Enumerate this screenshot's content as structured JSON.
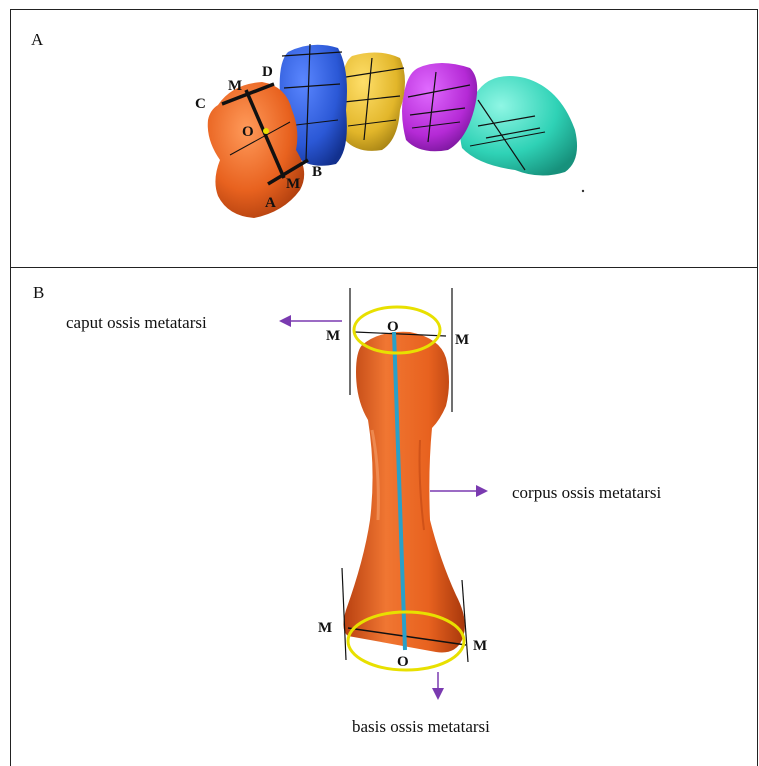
{
  "panels": {
    "a": {
      "label": "A",
      "points": {
        "m_top": "M",
        "d": "D",
        "c": "C",
        "o": "O",
        "b": "B",
        "m_bottom": "M",
        "a": "A"
      }
    },
    "b": {
      "label": "B",
      "annotations": {
        "caput": "caput ossis metatarsi",
        "corpus": "corpus ossis metatarsi",
        "basis": "basis ossis metatarsi"
      },
      "points": {
        "m_head_left": "M",
        "o_head": "O",
        "m_head_right": "M",
        "m_base_left": "M",
        "m_base_right": "M",
        "o_base": "O"
      }
    }
  },
  "colors": {
    "bone_orange": "#e8621f",
    "bone_blue": "#2b58d6",
    "bone_yellow": "#e2b62a",
    "bone_purple": "#b52ad6",
    "bone_teal": "#2fd2b6",
    "axis_line": "#2aa0c8",
    "ellipse": "#e8e000",
    "arrow": "#7a3ab0"
  }
}
